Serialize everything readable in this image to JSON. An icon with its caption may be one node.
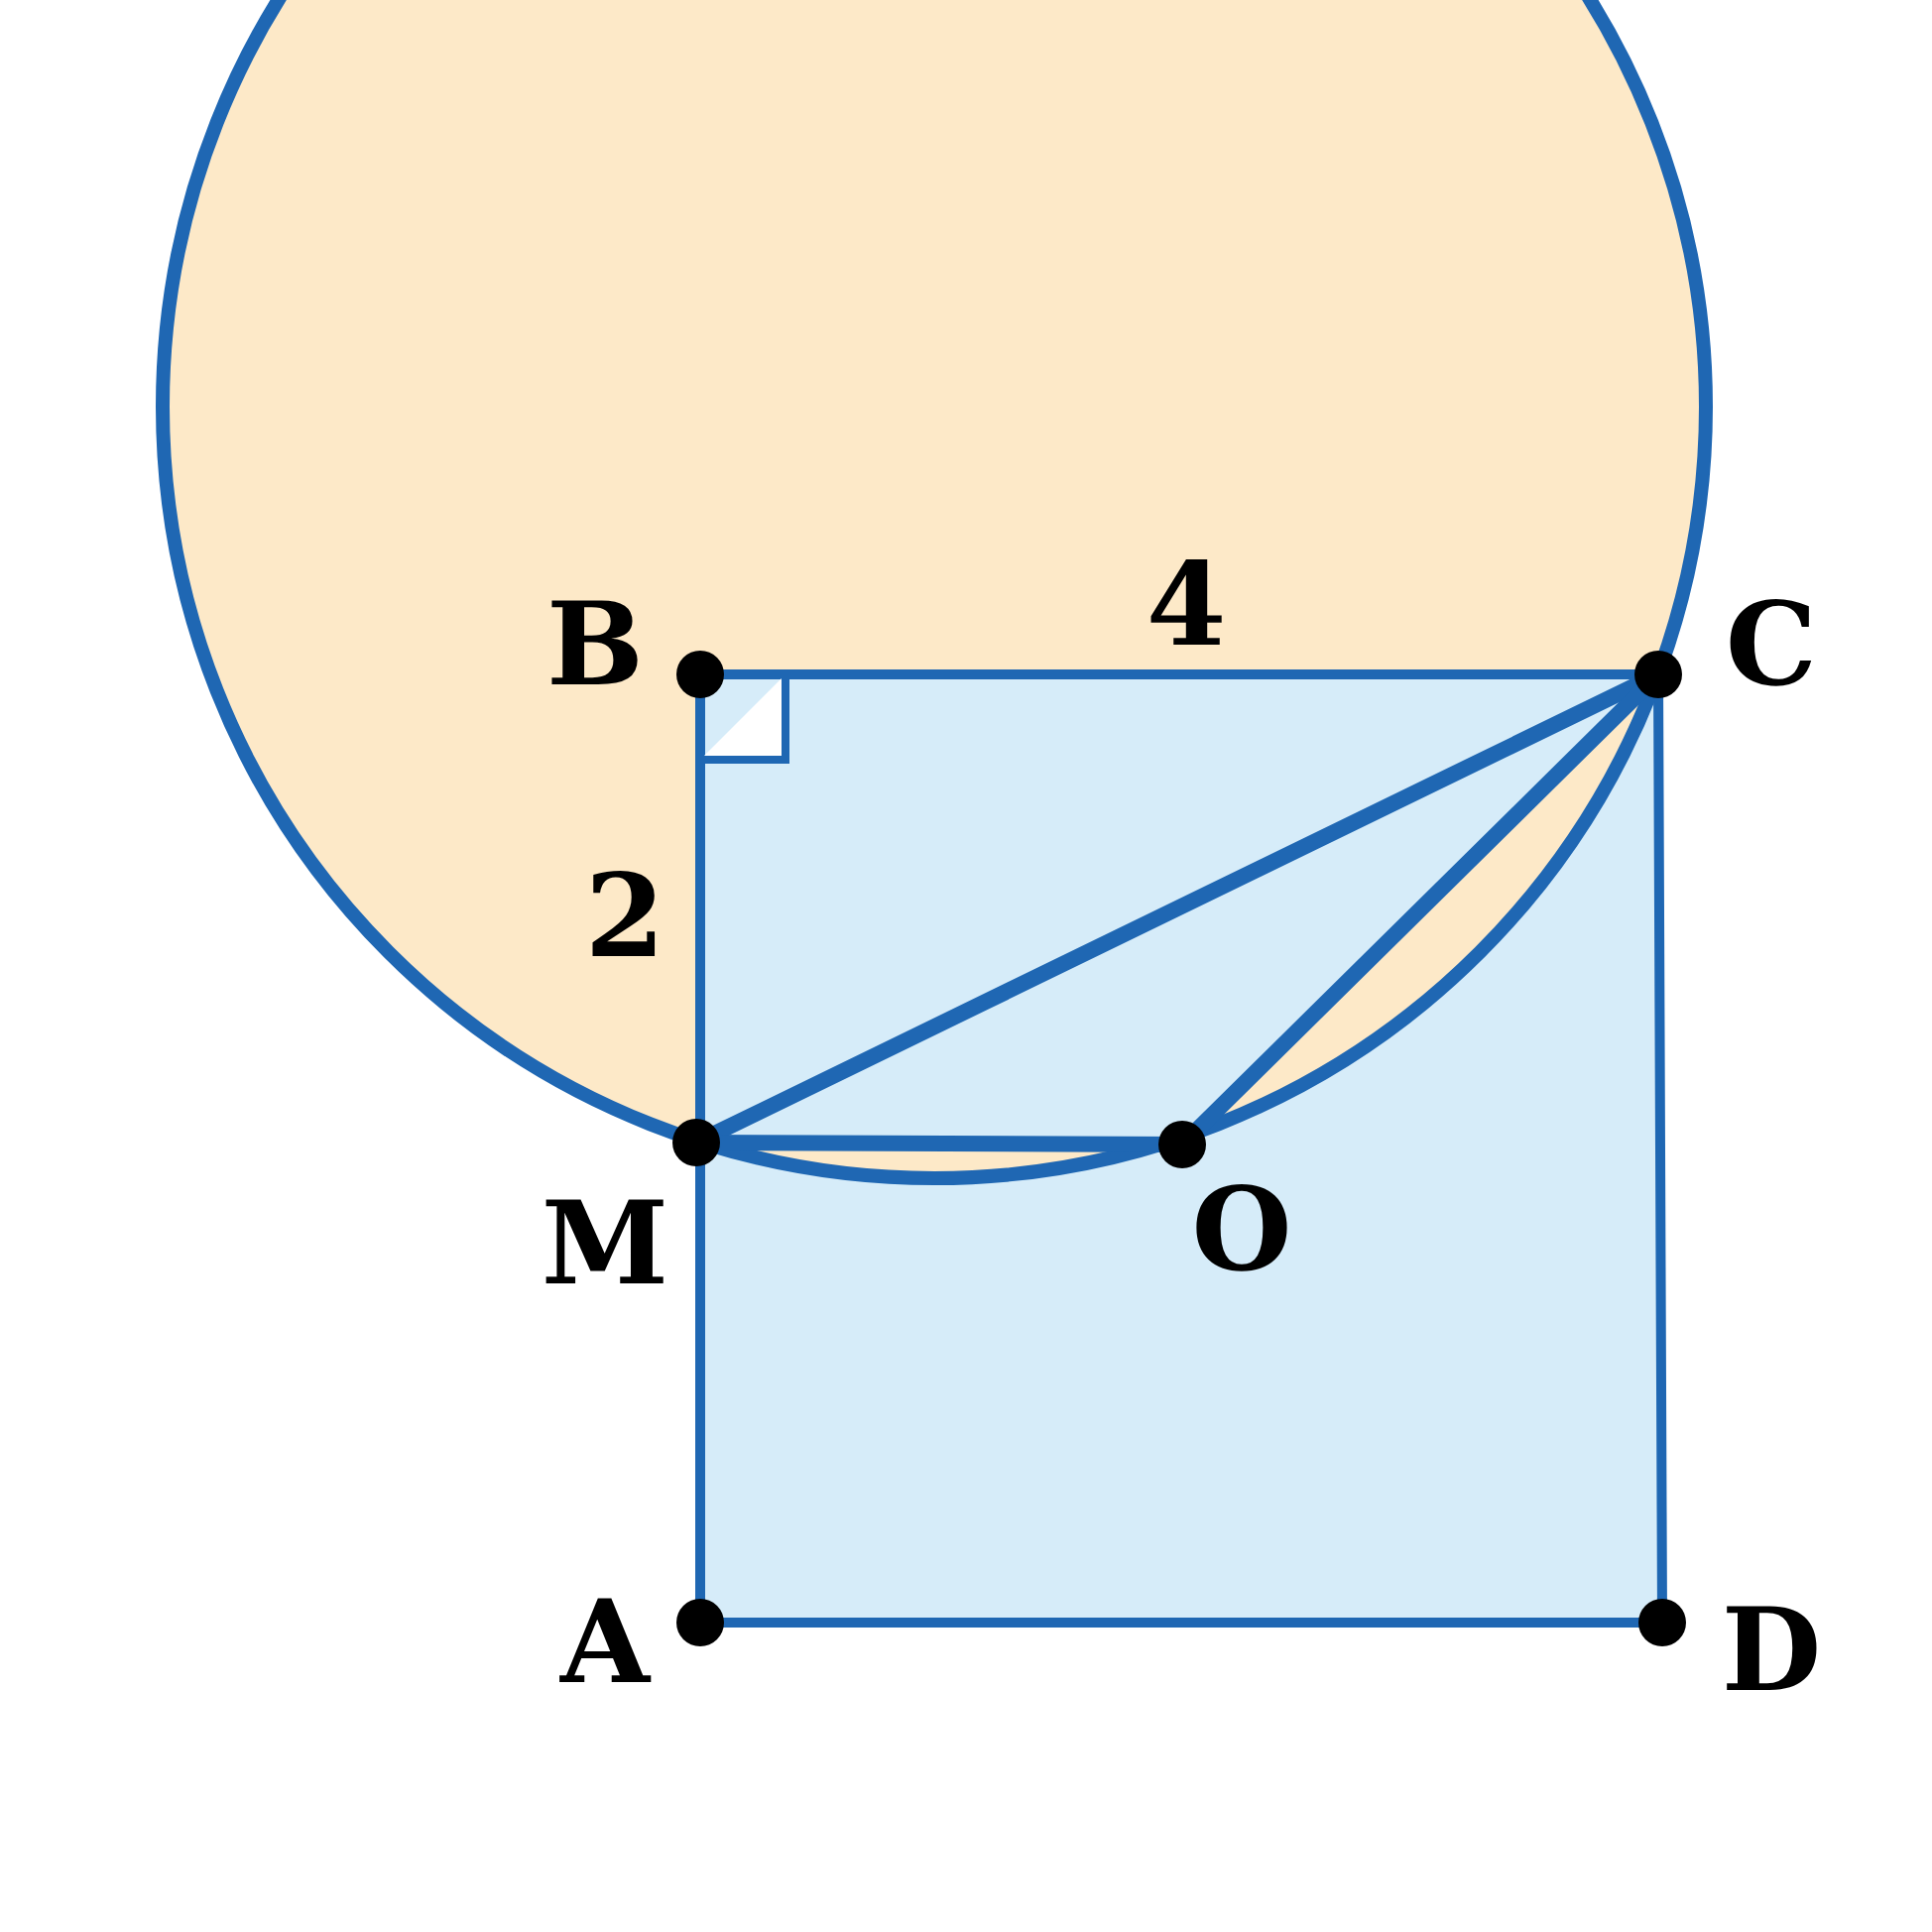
{
  "diagram": {
    "labels": [
      "B",
      "4",
      "C",
      "2",
      "M",
      "O",
      "A",
      "D"
    ]
  }
}
